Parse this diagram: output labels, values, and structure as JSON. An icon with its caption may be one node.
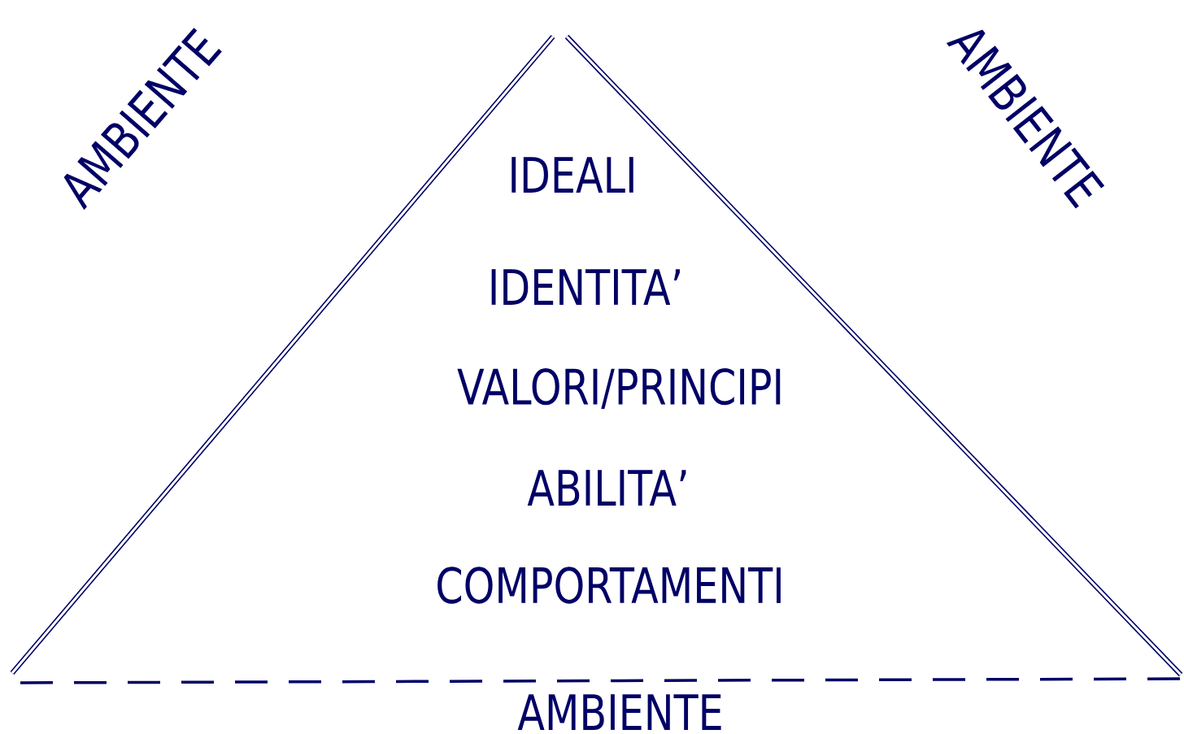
{
  "diagram": {
    "labels": [
      "AMBIENTE",
      "AMBIENTE",
      "IDEALI",
      "IDENTITA’",
      "VALORI/PRINCIPI",
      "ABILITA’",
      "COMPORTAMENTI",
      "AMBIENTE"
    ]
  }
}
